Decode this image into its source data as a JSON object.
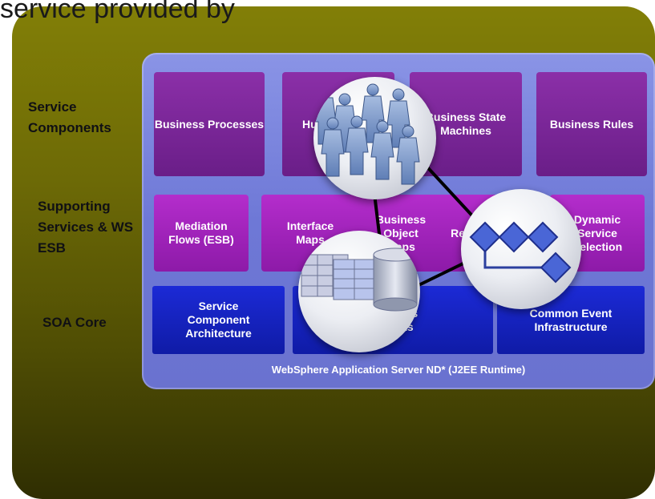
{
  "title": "service provided by",
  "rows": {
    "service_components": "Service Components",
    "supporting_services": "Supporting Services & WS ESB",
    "soa_core": "SOA Core"
  },
  "boxes": {
    "business_processes": "Business Processes",
    "human_tasks": "Human Tasks",
    "business_state_machines": "Business State Machines",
    "business_rules": "Business Rules",
    "mediation_flows": "Mediation Flows (ESB)",
    "interface_maps": "Interface Maps",
    "business_object_maps": "Business Object Maps",
    "relationships": "Relationships",
    "dynamic_service_selection": "Dynamic Service Selection",
    "sca": "Service Component Architecture",
    "business_objects": "Business Objects",
    "cei": "Common Event Infrastructure"
  },
  "runtime": "WebSphere Application Server ND* (J2EE Runtime)",
  "icons": [
    "people-icon",
    "database-icon",
    "workflow-icon"
  ],
  "colors": {
    "background": "#6d6a06",
    "stack": "#7a82dc",
    "component_purple": "#7a2698",
    "supporting_magenta": "#a224bc",
    "core_blue": "#1420c0"
  }
}
